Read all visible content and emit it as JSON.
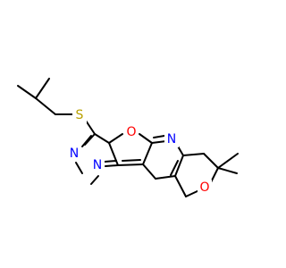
{
  "colors": {
    "background": "#ffffff",
    "bond": "#000000",
    "carbon": "#000000",
    "nitrogen": "#0000ff",
    "oxygen": "#ff0000",
    "sulfur": "#b8a000"
  },
  "atoms": [
    {
      "id": "S1",
      "element": "S",
      "label": "S"
    },
    {
      "id": "O1",
      "element": "O",
      "label": "O"
    },
    {
      "id": "N1",
      "element": "N",
      "label": "N"
    },
    {
      "id": "N2",
      "element": "N",
      "label": "N"
    },
    {
      "id": "N3",
      "element": "N",
      "label": "N"
    },
    {
      "id": "O2",
      "element": "O",
      "label": "O"
    }
  ]
}
